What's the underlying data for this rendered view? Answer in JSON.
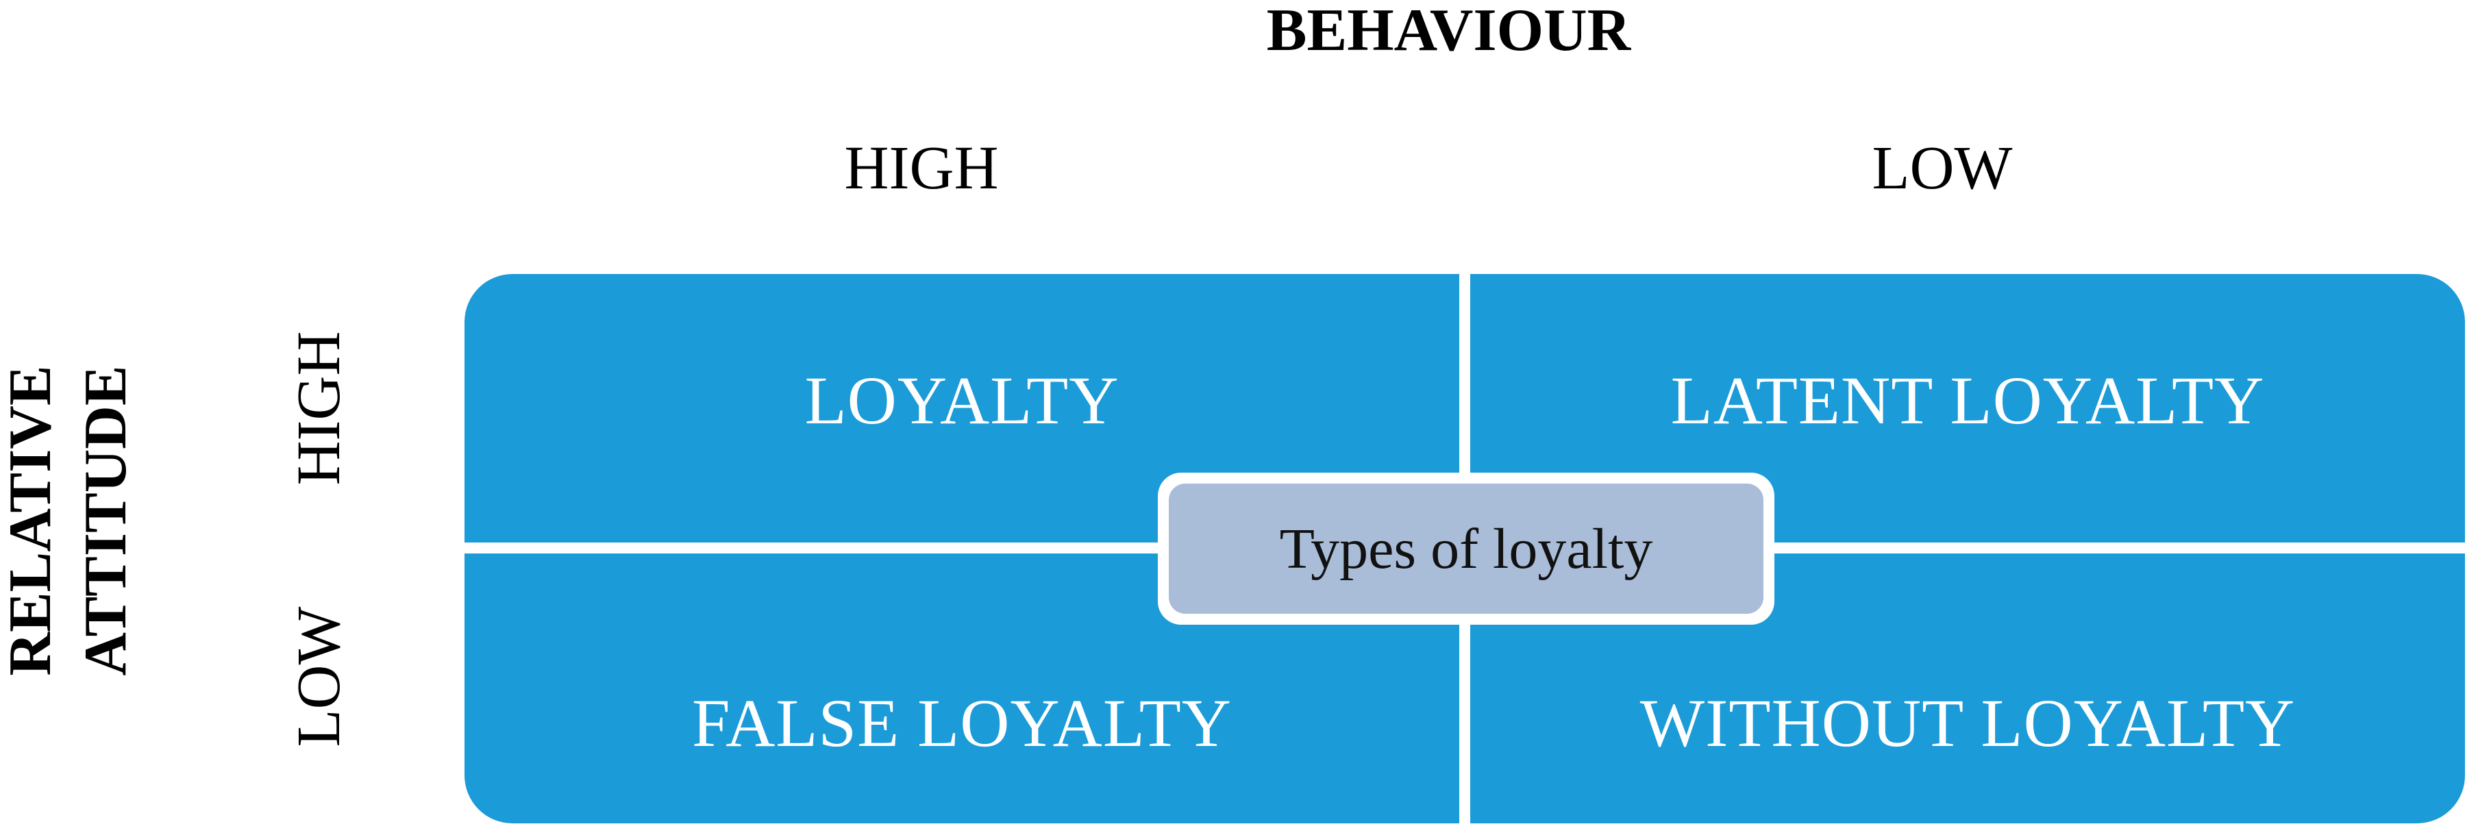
{
  "behaviour_axis": {
    "title": "BEHAVIOUR",
    "high_label": "HIGH",
    "low_label": "LOW"
  },
  "attitude_axis": {
    "title_line1": "RELATIVE",
    "title_line2": "ATTITUDE",
    "high_label": "HIGH",
    "low_label": "LOW"
  },
  "quadrants": {
    "top_left": "LOYALTY",
    "top_right": "LATENT LOYALTY",
    "bottom_left": "FALSE LOYALTY",
    "bottom_right": "WITHOUT LOYALTY"
  },
  "center_label": "Types of loyalty",
  "colors": {
    "quadrant_fill": "#1b9bd8",
    "center_fill": "#a9bcd8",
    "text_on_quadrant": "#ffffff"
  }
}
